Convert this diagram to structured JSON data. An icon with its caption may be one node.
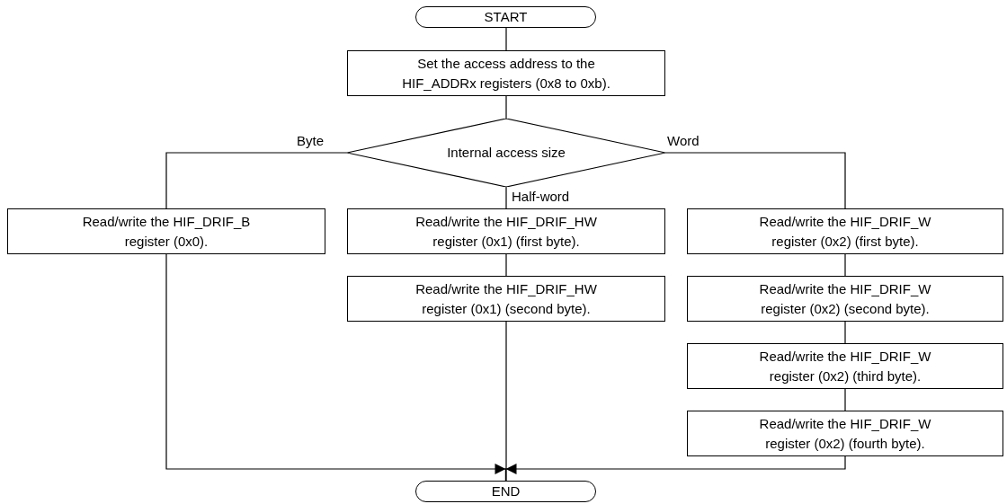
{
  "diagram": {
    "nodes": [
      {
        "text": [
          "START"
        ]
      },
      {
        "text": [
          "Set the access address to the HIF_ADDRx registers (0x8 to 0xb)."
        ]
      },
      {
        "text": [
          "Internal access size"
        ]
      },
      {
        "text": [
          "Read/write the HIF_DRIF_B register (0x0)."
        ]
      },
      {
        "text": [
          "Read/write the HIF_DRIF_HW register (0x1) (first byte)."
        ]
      },
      {
        "text": [
          "Read/write the HIF_DRIF_HW register (0x1) (second byte)."
        ]
      },
      {
        "text": [
          "Read/write the HIF_DRIF_W register (0x2) (first byte)."
        ]
      },
      {
        "text": [
          "Read/write the HIF_DRIF_W register (0x2) (second byte)."
        ]
      },
      {
        "text": [
          "Read/write the HIF_DRIF_W register (0x2) (third byte)."
        ]
      },
      {
        "text": [
          "Read/write the HIF_DRIF_W register (0x2) (fourth byte)."
        ]
      },
      {
        "text": [
          "END"
        ]
      }
    ],
    "edges": [
      {
        "from": 0,
        "to": 1,
        "arrow": "none"
      },
      {
        "from": 1,
        "to": 2,
        "arrow": "none"
      },
      {
        "from": 2,
        "to": 3,
        "arrow": "none",
        "label": "Byte"
      },
      {
        "from": 2,
        "to": 4,
        "arrow": "none",
        "label": "Half-word"
      },
      {
        "from": 2,
        "to": 6,
        "arrow": "none",
        "label": "Word"
      },
      {
        "from": 4,
        "to": 5,
        "arrow": "none"
      },
      {
        "from": 6,
        "to": 7,
        "arrow": "none"
      },
      {
        "from": 7,
        "to": 8,
        "arrow": "none"
      },
      {
        "from": 8,
        "to": 9,
        "arrow": "none"
      },
      {
        "from": 3,
        "to": 10,
        "arrow": "to"
      },
      {
        "from": 5,
        "to": 10,
        "arrow": "none"
      },
      {
        "from": 9,
        "to": 10,
        "arrow": "to"
      }
    ]
  }
}
